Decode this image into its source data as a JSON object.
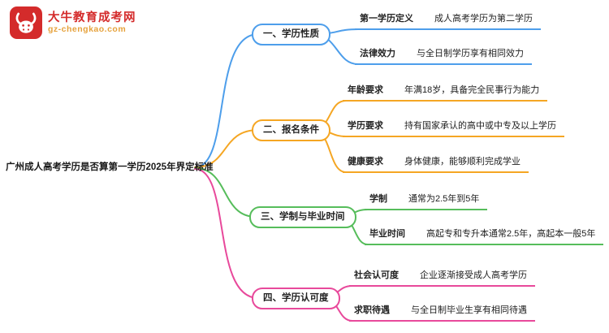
{
  "logo": {
    "site_name": "大牛教育成考网",
    "site_url": "gz-chengkao.com",
    "icon": "bull-icon",
    "brand_color": "#d42b2b",
    "accent_color": "#e6a23c"
  },
  "root": {
    "label": "广州成人高考学历是否算第一学历2025年界定标准"
  },
  "branches": [
    {
      "label": "一、学历性质",
      "color": "#4d9eeb",
      "children": [
        {
          "key": "第一学历定义",
          "value": "成人高考学历为第二学历"
        },
        {
          "key": "法律效力",
          "value": "与全日制学历享有相同效力"
        }
      ]
    },
    {
      "label": "二、报名条件",
      "color": "#f5a623",
      "children": [
        {
          "key": "年龄要求",
          "value": "年满18岁，具备完全民事行为能力"
        },
        {
          "key": "学历要求",
          "value": "持有国家承认的高中或中专及以上学历"
        },
        {
          "key": "健康要求",
          "value": "身体健康，能够顺利完成学业"
        }
      ]
    },
    {
      "label": "三、学制与毕业时间",
      "color": "#56bd5b",
      "children": [
        {
          "key": "学制",
          "value": "通常为2.5年到5年"
        },
        {
          "key": "毕业时间",
          "value": "高起专和专升本通常2.5年，高起本一般5年"
        }
      ]
    },
    {
      "label": "四、学历认可度",
      "color": "#e8499b",
      "children": [
        {
          "key": "社会认可度",
          "value": "企业逐渐接受成人高考学历"
        },
        {
          "key": "求职待遇",
          "value": "与全日制毕业生享有相同待遇"
        }
      ]
    }
  ]
}
